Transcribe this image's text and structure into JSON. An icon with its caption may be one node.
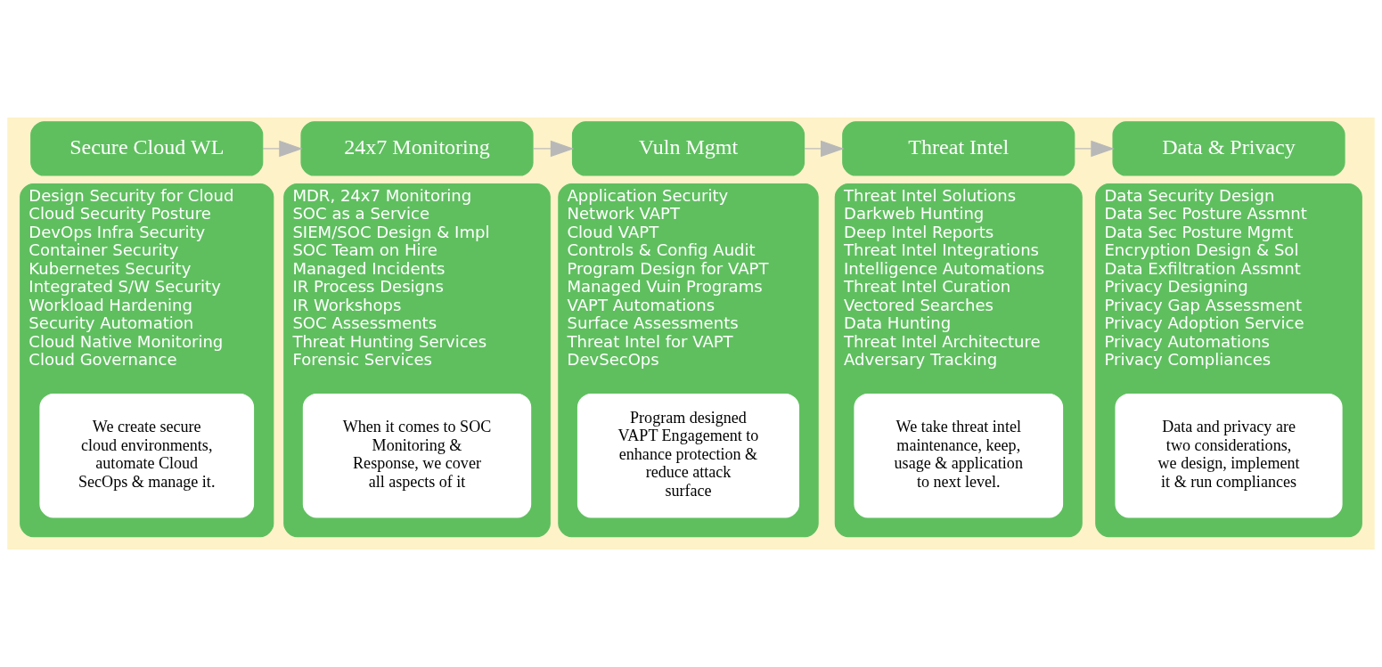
{
  "diagram": {
    "nodes": [
      {
        "text": [
          "Secure Cloud WL"
        ]
      },
      {
        "text": [
          "Design Security for Cloud",
          "Cloud Security Posture",
          "DevOps Infra Security",
          "Container Security",
          "Kubernetes Security",
          "Integrated S/W Security",
          "Workload Hardening",
          "Security Automation",
          "Cloud Native Monitoring",
          "Cloud Governance"
        ]
      },
      {
        "text": [
          "We create secure cloud environments, automate Cloud SecOps & manage it."
        ],
        "in": 1
      },
      {
        "text": [
          "24x7 Monitoring"
        ]
      },
      {
        "text": [
          "MDR, 24x7 Monitoring",
          "SOC as a Service",
          "SIEM/SOC Design & Impl",
          "SOC Team on Hire",
          "Managed Incidents",
          "IR Process Designs",
          "IR Workshops",
          "SOC Assessments",
          "Threat Hunting Services",
          "Forensic Services"
        ]
      },
      {
        "text": [
          "When it comes to SOC Monitoring & Response, we cover all aspects of it"
        ],
        "in": 4
      },
      {
        "text": [
          "Vuln Mgmt"
        ]
      },
      {
        "text": [
          "Application Security",
          "Network VAPT",
          "Cloud VAPT",
          "Controls & Config Audit",
          "Program Design for VAPT",
          "Managed Vuin Programs",
          "VAPT Automations",
          "Surface Assessments",
          "Threat Intel for VAPT",
          "DevSecOps"
        ]
      },
      {
        "text": [
          "Program designed VAPT Engagement to enhance protection & reduce attack surface"
        ],
        "in": 7
      },
      {
        "text": [
          "Threat Intel"
        ]
      },
      {
        "text": [
          "Threat Intel Solutions",
          "Darkweb Hunting",
          "Deep Intel Reports",
          "Threat Intel Integrations",
          "Intelligence Automations",
          "Threat Intel Curation",
          "Vectored Searches",
          "Data Hunting",
          "Threat Intel Architecture",
          "Adversary Tracking"
        ]
      },
      {
        "text": [
          "We take threat intel maintenance, keep, usage & application to next level."
        ],
        "in": 10
      },
      {
        "text": [
          "Data & Privacy"
        ]
      },
      {
        "text": [
          "Data Security Design",
          "Data Sec Posture Assmnt",
          "Data Sec Posture Mgmt",
          "Encryption Design & Sol",
          "Data Exfiltration Assmnt",
          "Privacy Designing",
          "Privacy Gap Assessment",
          "Privacy Adoption Service",
          "Privacy Automations",
          "Privacy Compliances"
        ]
      },
      {
        "text": [
          "Data and privacy are two considerations, we design, implement it & run compliances"
        ],
        "in": 13
      }
    ],
    "edges": [
      {
        "from": 0,
        "to": 3,
        "arrow": "to"
      },
      {
        "from": 3,
        "to": 6,
        "arrow": "to"
      },
      {
        "from": 6,
        "to": 9,
        "arrow": "to"
      },
      {
        "from": 9,
        "to": 12,
        "arrow": "to"
      }
    ]
  }
}
